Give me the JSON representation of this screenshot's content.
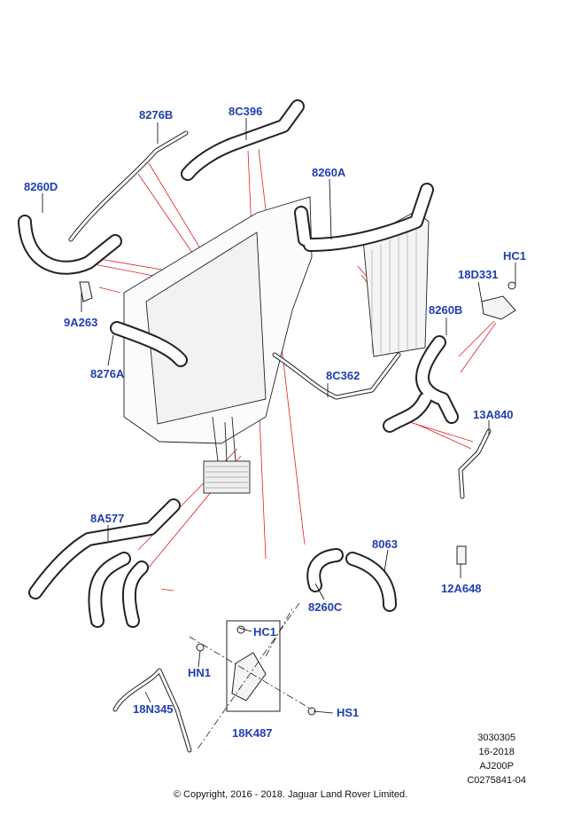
{
  "labels": {
    "p8276B": "8276B",
    "p8C396": "8C396",
    "p8260D": "8260D",
    "p8260A": "8260A",
    "pHC1_top": "HC1",
    "p18D331": "18D331",
    "p9A263": "9A263",
    "p8260B": "8260B",
    "p8276A": "8276A",
    "p8C362": "8C362",
    "p13A840": "13A840",
    "p8A577": "8A577",
    "p8063": "8063",
    "p12A648": "12A648",
    "p8260C": "8260C",
    "pHC1_mid": "HC1",
    "pHN1": "HN1",
    "p18N345": "18N345",
    "pHS1": "HS1",
    "p18K487": "18K487"
  },
  "meta": {
    "line1": "3030305",
    "line2": "16-2018",
    "line3": "AJ200P",
    "line4": "C0275841-04"
  },
  "copyright": "© Copyright, 2016 - 2018. Jaguar Land Rover Limited.",
  "colors": {
    "label": "#1f3fb0",
    "leader": "#e02020",
    "line": "#000000"
  }
}
